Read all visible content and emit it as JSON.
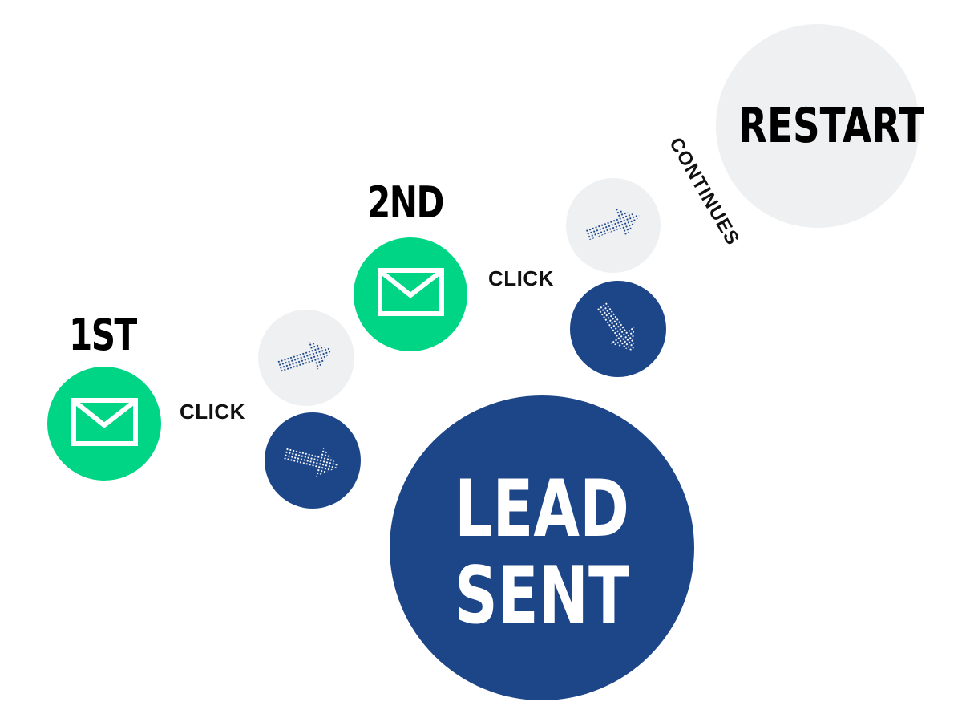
{
  "colors": {
    "green": "#00d585",
    "navy": "#1d4689",
    "light_gray": "#eef0f2",
    "arrow_dots_dark": "#1d4689",
    "arrow_dots_light": "#ffffff"
  },
  "steps": {
    "first": {
      "label": "1ST",
      "icon": "envelope-icon"
    },
    "second": {
      "label": "2ND",
      "icon": "envelope-icon"
    }
  },
  "connectors": {
    "click_1": "CLICK",
    "click_2": "CLICK",
    "continues": "CONTINUES"
  },
  "outcomes": {
    "restart": "RESTART",
    "lead_line1": "LEAD",
    "lead_line2": "SENT"
  },
  "arrow_icons": [
    "dotted-arrow-up-right-icon",
    "dotted-arrow-right-icon",
    "dotted-arrow-down-right-icon"
  ]
}
